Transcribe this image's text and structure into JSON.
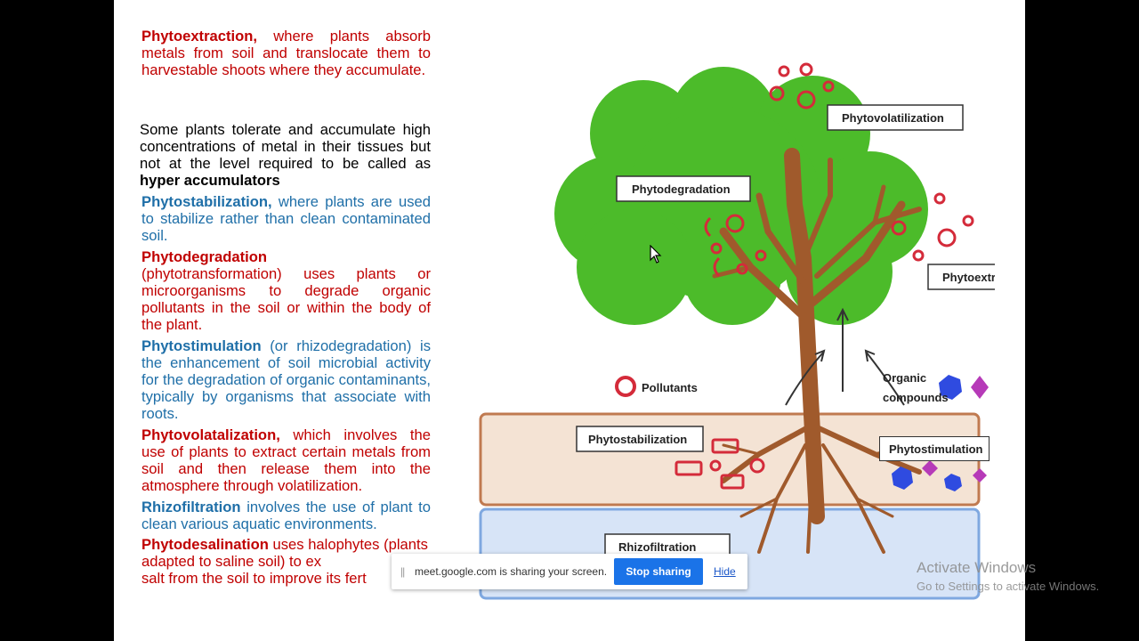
{
  "text": {
    "p1_head": "Phytoextraction,",
    "p1_body": " where plants absorb metals from soil and translocate them to harvestable shoots where they accumulate.",
    "p2_body": "Some plants tolerate and accumulate high concentrations of metal in their tissues but not at the level required to be called as ",
    "p2_bold": "hyper accumulators",
    "p3_head": "Phytostabilization,",
    "p3_body": " where plants are used to stabilize rather than clean contaminated soil.",
    "p4_head": "Phytodegradation",
    "p4_body": "(phytotransformation) uses plants or microorganisms to degrade organic pollutants in the soil or within the body of the plant.",
    "p5_head": "Phytostimulation",
    "p5_body": " (or rhizodegradation) is the enhancement of soil microbial activity for the degradation of organic contaminants, typically by organisms that associate with roots.",
    "p6_head": "Phytovolatalization,",
    "p6_body": " which involves the use of plants to extract certain metals from soil and then release them into the atmosphere through volatilization.",
    "p7_head": "Rhizofiltration",
    "p7_body": " involves the use of plant to clean various aquatic environments.",
    "p8_head": "Phytodesalination",
    "p8_body": " uses halophytes (plants adapted to saline soil) to ex",
    "p8_line3": "salt from the soil to improve its fert"
  },
  "diagram": {
    "labels": {
      "phytovolatilization": "Phytovolatilization",
      "phytodegradation": "Phytodegradation",
      "phytoextraction": "Phytoextraction",
      "phytostabilization": "Phytostabilization",
      "phytostimulation": "Phytostimulation",
      "rhizofiltration": "Rhizofiltration"
    },
    "legend": {
      "pollutants": "Pollutants",
      "organic_line1": "Organic",
      "organic_line2": "compounds"
    },
    "colors": {
      "canopy": "#4cbb2a",
      "trunk": "#a05a2c",
      "pollutant": "#d42b3a",
      "organic_blue": "#2f4be0",
      "organic_purple": "#b63ab8",
      "soil": "#f4e3d4",
      "soil_border": "#c07a50",
      "water": "#d7e4f7",
      "water_border": "#7fa8e0"
    }
  },
  "share_bar": {
    "message": "meet.google.com is sharing your screen.",
    "stop_label": "Stop sharing",
    "hide_label": "Hide",
    "accent": "#1a73e8"
  },
  "watermark": {
    "title": "Activate Windows",
    "subtitle": "Go to Settings to activate Windows."
  }
}
